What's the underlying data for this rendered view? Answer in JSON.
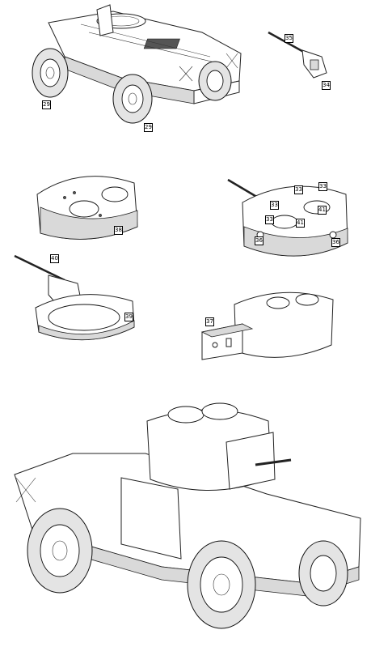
{
  "callouts": {
    "c29a": "29",
    "c29b": "29",
    "c34": "34",
    "c35": "35",
    "c38": "38",
    "c33a": "33",
    "c33b": "33",
    "c33c": "33",
    "c33d": "33",
    "c41a": "41",
    "c41b": "41",
    "c36a": "36",
    "c36b": "36",
    "c40": "40",
    "c39": "39",
    "c37": "37"
  }
}
